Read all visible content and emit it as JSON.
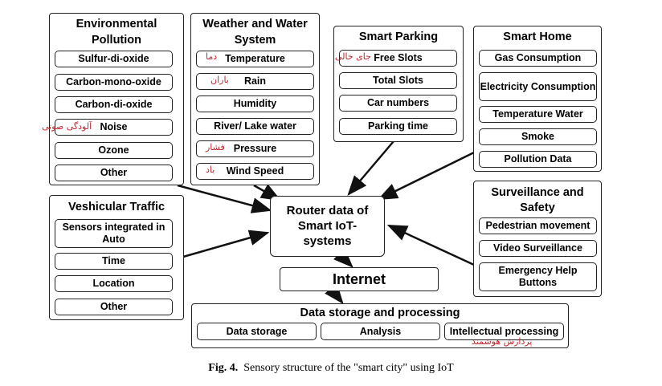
{
  "environmental": {
    "title1": "Environmental",
    "title2": "Pollution",
    "items": [
      "Sulfur-di-oxide",
      "Carbon-mono-oxide",
      "Carbon-di-oxide",
      "Noise",
      "Ozone",
      "Other"
    ],
    "noise_fa": "آلودگی صوتی"
  },
  "weather": {
    "title1": "Weather and Water",
    "title2": "System",
    "items": [
      "Temperature",
      "Rain",
      "Humidity",
      "River/ Lake water",
      "Pressure",
      "Wind Speed"
    ],
    "fa": {
      "temperature": "دما",
      "rain": "باران",
      "pressure": "فشار",
      "wind": "باد"
    }
  },
  "parking": {
    "title": "Smart Parking",
    "items": [
      "Free Slots",
      "Total Slots",
      "Car numbers",
      "Parking time"
    ],
    "free_fa": "جای خالی"
  },
  "home": {
    "title": "Smart Home",
    "items": [
      "Gas Consumption",
      "Electricity Consumption",
      "Temperature Water",
      "Smoke",
      "Pollution Data"
    ]
  },
  "surveillance": {
    "title1": "Surveillance and",
    "title2": "Safety",
    "items": [
      "Pedestrian movement",
      "Video Surveillance",
      "Emergency Help Buttons"
    ]
  },
  "vehicular": {
    "title": "Veshicular Traffic",
    "items": [
      "Sensors integrated in Auto",
      "Time",
      "Location",
      "Other"
    ]
  },
  "router": {
    "line1": "Router data of",
    "line2": "Smart IoT-",
    "line3": "systems"
  },
  "internet": "Internet",
  "storage": {
    "title": "Data storage and processing",
    "items": [
      "Data storage",
      "Analysis",
      "Intellectual processing"
    ],
    "intellectual_fa": "پردازش هوشمند"
  },
  "caption": {
    "label": "Fig. 4.",
    "text": "Sensory structure of the \"smart city\" using IoT"
  },
  "colors": {
    "annotation": "#c0282d",
    "stroke": "#222222"
  }
}
